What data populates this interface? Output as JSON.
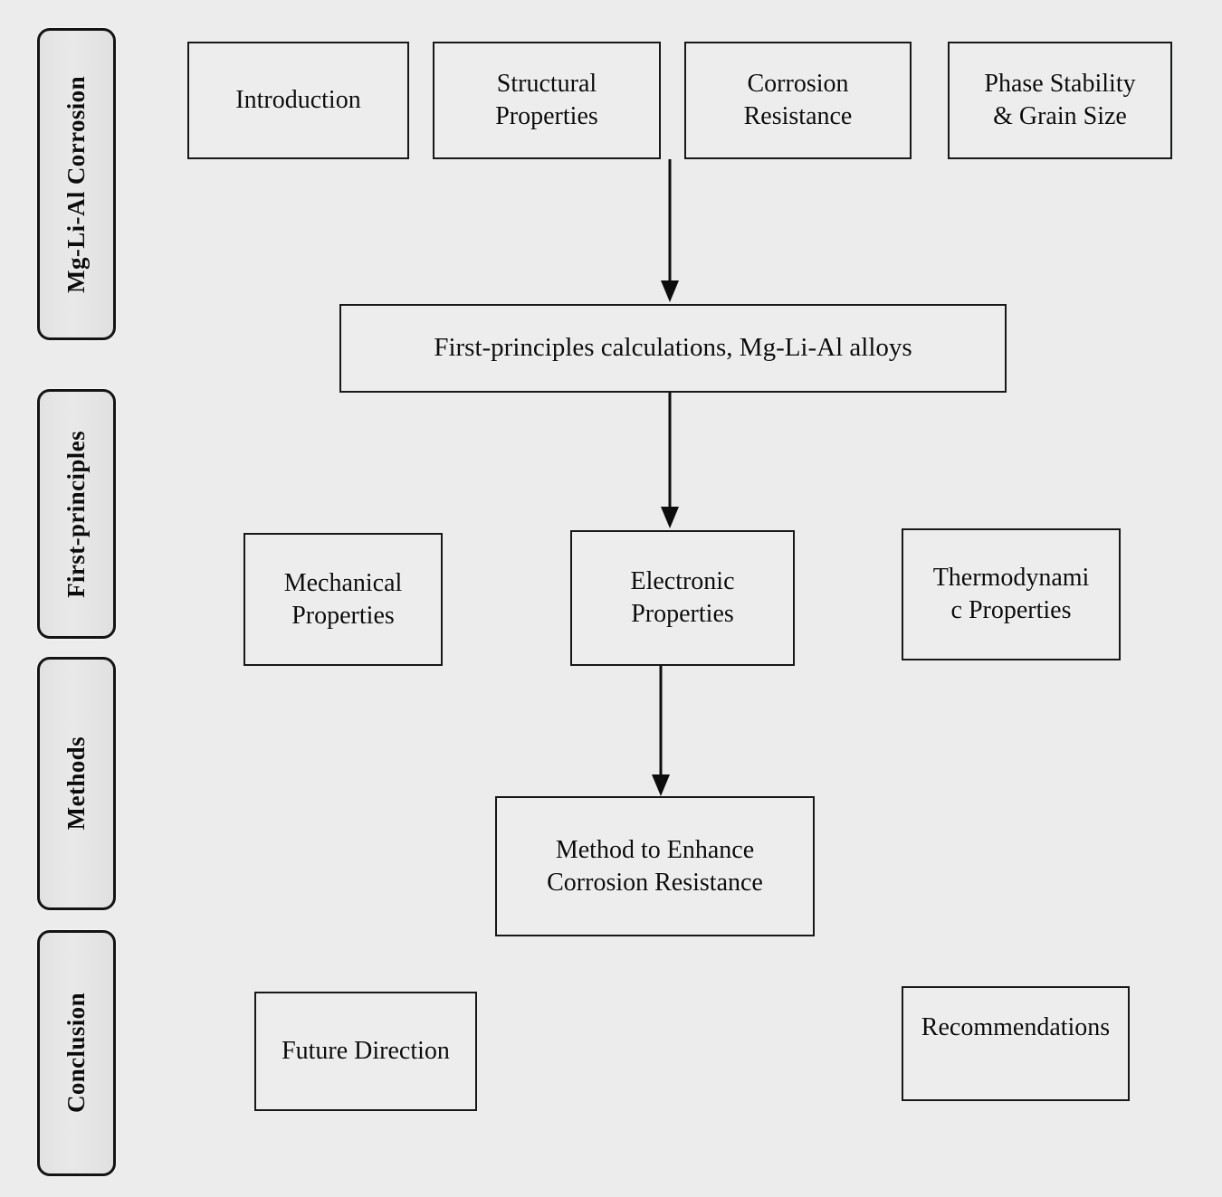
{
  "diagram": {
    "title": "Mg-Li-Al Corrosion research flowchart",
    "background_color": "#ececec",
    "box_border_color": "#16181a",
    "box_fill_color": "#ededed",
    "pill_border_color": "#141414",
    "arrow_color": "#0d0d0d"
  },
  "stages": [
    {
      "label": "Mg-Li-Al Corrosion"
    },
    {
      "label": "First-principles"
    },
    {
      "label": "Methods"
    },
    {
      "label": "Conclusion"
    }
  ],
  "nodes": {
    "introduction": {
      "label": "Introduction"
    },
    "structural_properties": {
      "label": "Structural\nProperties"
    },
    "corrosion_resistance": {
      "label": "Corrosion\nResistance"
    },
    "phase_stability": {
      "label": "Phase Stability\n& Grain Size"
    },
    "first_principles_calculations": {
      "label": "First-principles calculations, Mg-Li-Al alloys"
    },
    "mechanical_properties": {
      "label": "Mechanical\nProperties"
    },
    "electronic_properties": {
      "label": "Electronic\nProperties"
    },
    "thermodynamic_properties": {
      "label": "Thermodynami\nc Properties"
    },
    "method_to_enhance": {
      "label": "Method to Enhance\nCorrosion Resistance"
    },
    "future_direction": {
      "label": "Future Direction"
    },
    "recommendations": {
      "label": "Recommendations"
    }
  },
  "connectors": [
    {
      "from": "structural_properties",
      "to": "first_principles_calculations",
      "direction": "down"
    },
    {
      "from": "first_principles_calculations",
      "to": "electronic_properties",
      "direction": "down"
    },
    {
      "from": "electronic_properties",
      "to": "method_to_enhance",
      "direction": "down"
    }
  ]
}
